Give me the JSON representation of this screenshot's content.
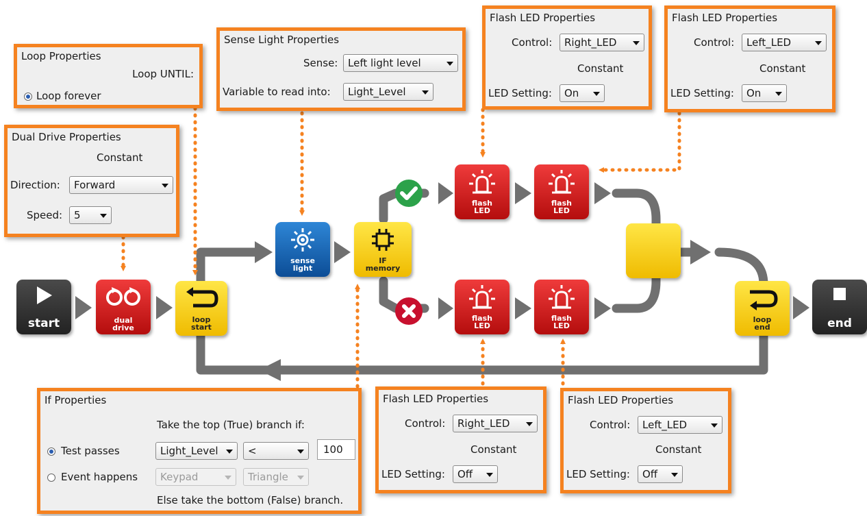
{
  "blocks": {
    "start": "start",
    "dual_drive": "dual drive",
    "loop_start": "loop start",
    "sense_light": "sense light",
    "if_memory": "IF memory",
    "flash_led": "flash LED",
    "loop_end": "loop end",
    "end": "end"
  },
  "loop_properties": {
    "title": "Loop Properties",
    "loop_until": "Loop UNTIL:",
    "loop_forever": "Loop forever"
  },
  "dual_drive_properties": {
    "title": "Dual Drive Properties",
    "mode": "Constant",
    "direction_label": "Direction:",
    "direction_value": "Forward",
    "speed_label": "Speed:",
    "speed_value": "5"
  },
  "sense_light_properties": {
    "title": "Sense Light Properties",
    "sense_label": "Sense:",
    "sense_value": "Left light level",
    "variable_label": "Variable to read into:",
    "variable_value": "Light_Level"
  },
  "flash_led_top_1": {
    "title": "Flash LED Properties",
    "control_label": "Control:",
    "control_value": "Right_LED",
    "mode": "Constant",
    "setting_label": "LED Setting:",
    "setting_value": "On"
  },
  "flash_led_top_2": {
    "title": "Flash LED Properties",
    "control_label": "Control:",
    "control_value": "Left_LED",
    "mode": "Constant",
    "setting_label": "LED Setting:",
    "setting_value": "On"
  },
  "flash_led_bottom_1": {
    "title": "Flash LED Properties",
    "control_label": "Control:",
    "control_value": "Right_LED",
    "mode": "Constant",
    "setting_label": "LED Setting:",
    "setting_value": "Off"
  },
  "flash_led_bottom_2": {
    "title": "Flash LED Properties",
    "control_label": "Control:",
    "control_value": "Left_LED",
    "mode": "Constant",
    "setting_label": "LED Setting:",
    "setting_value": "Off"
  },
  "if_properties": {
    "title": "If Properties",
    "top_branch_text": "Take the top (True) branch if:",
    "test_passes": "Test passes",
    "variable": "Light_Level",
    "operator": "<",
    "value": "100",
    "event_happens": "Event happens",
    "event_source": "Keypad",
    "event_key": "Triangle",
    "else_text": "Else take the bottom (False) branch."
  },
  "colors": {
    "highlight_border": "#f58220",
    "connector": "#707070",
    "block_red": "#d21d1d",
    "block_yellow": "#f7cc10",
    "block_blue": "#1565b8",
    "block_dark": "#333333",
    "true_badge": "#2ca24a",
    "false_badge": "#c8102e"
  }
}
